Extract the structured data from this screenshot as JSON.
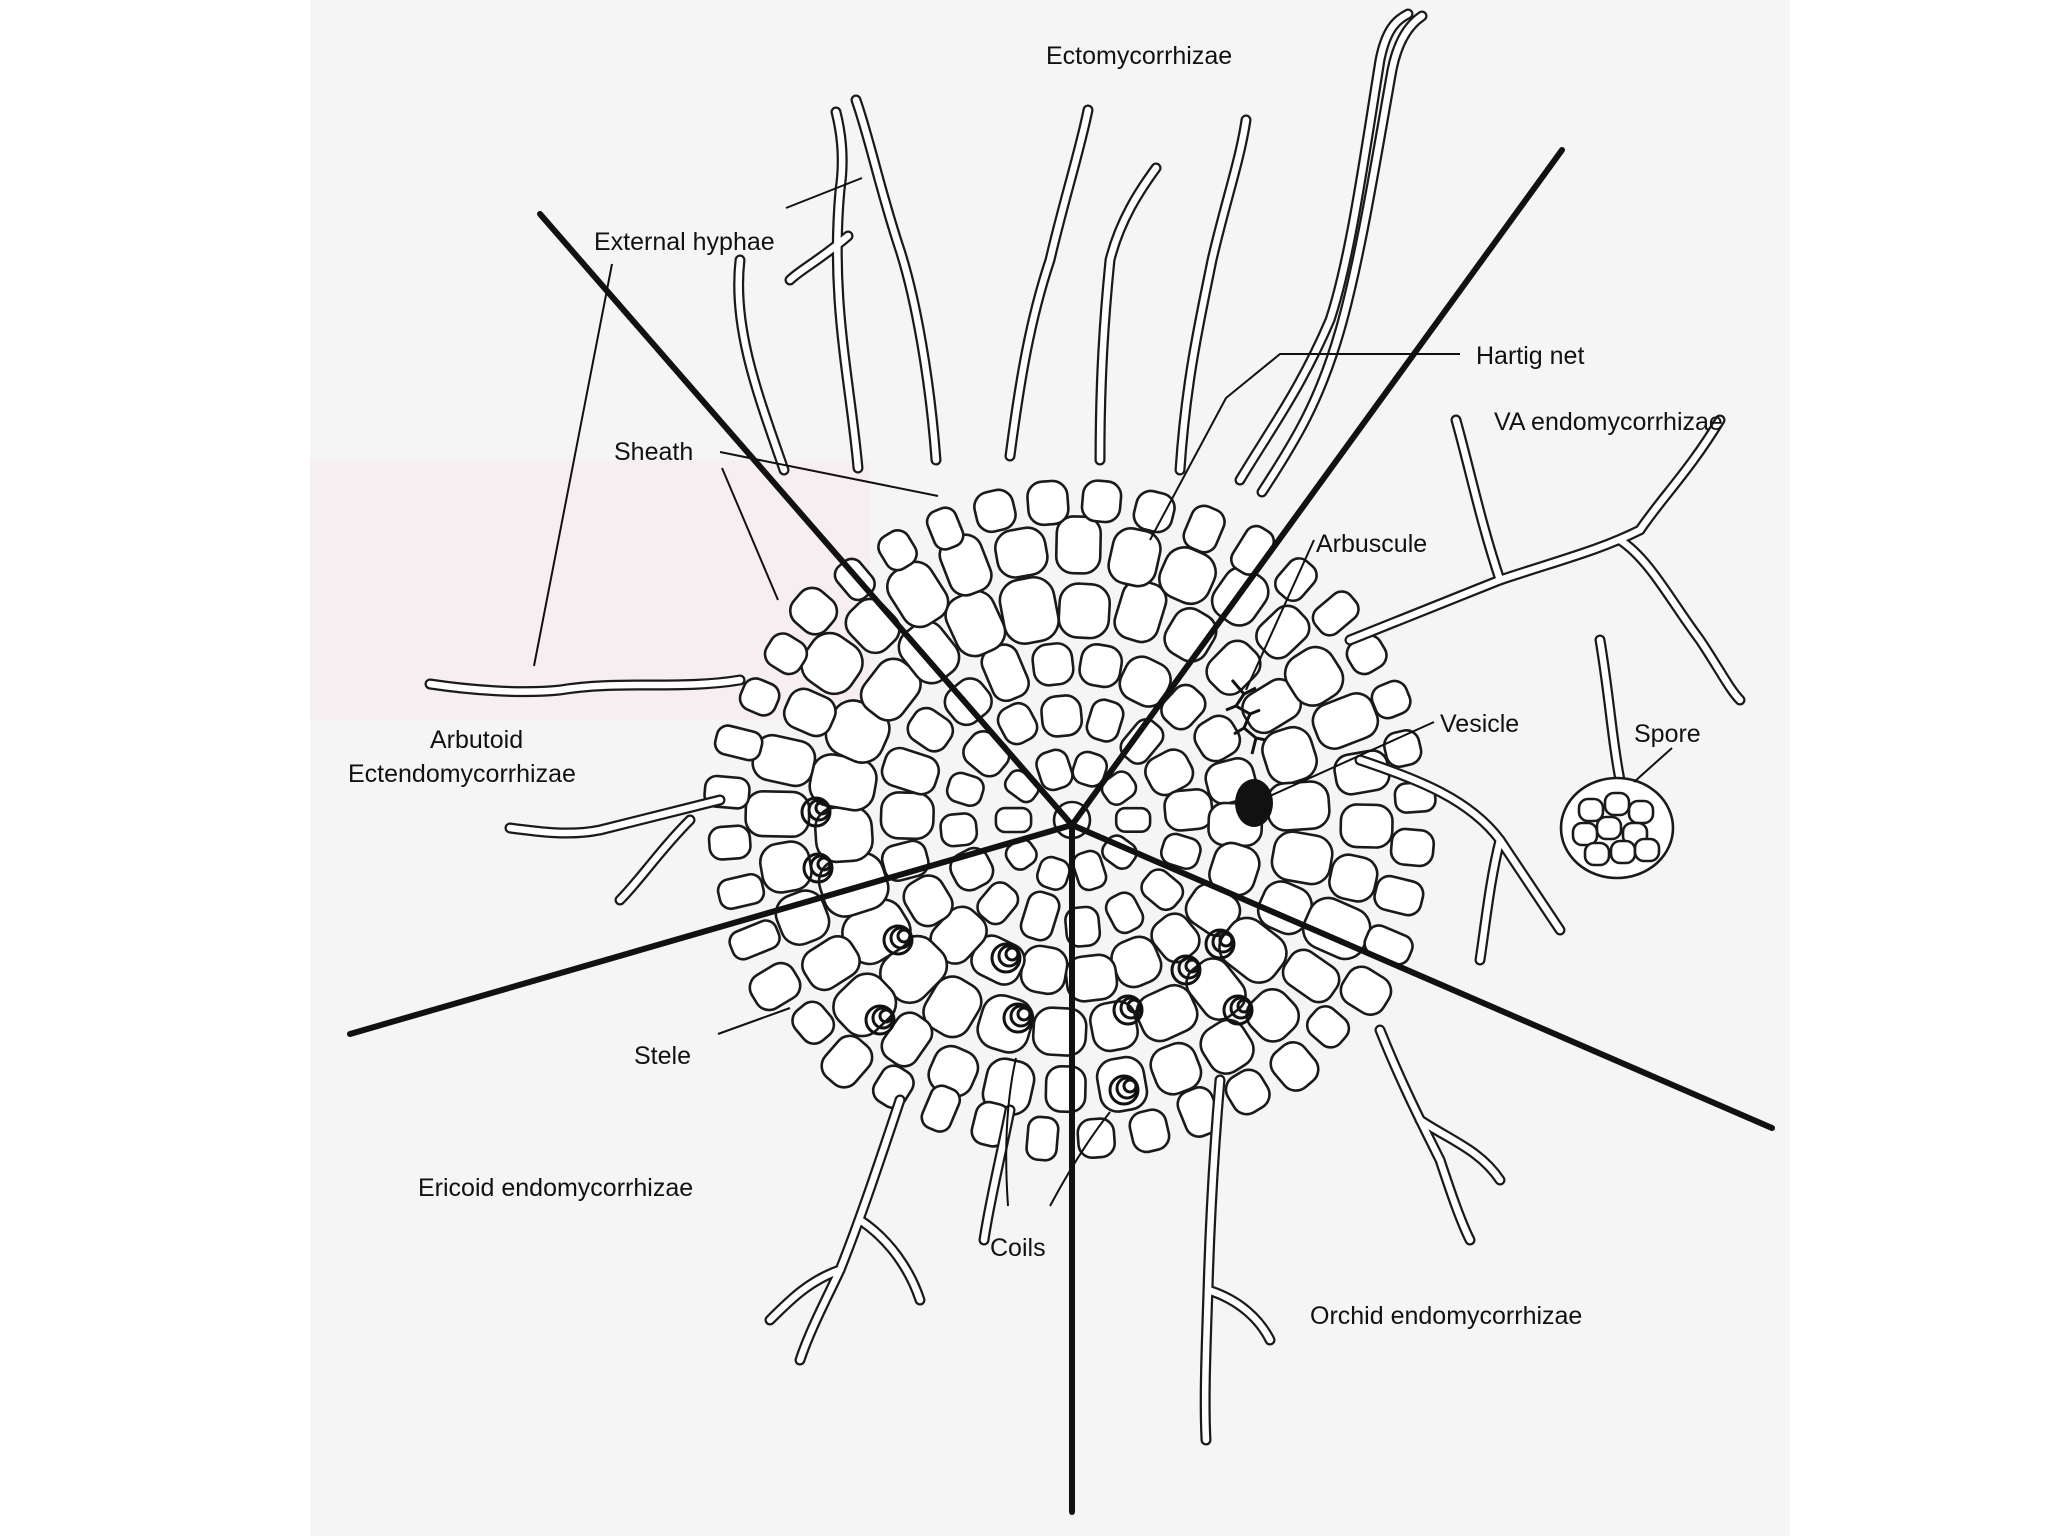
{
  "labels": {
    "ectomycorrhizae": "Ectomycorrhizae",
    "external_hyphae": "External hyphae",
    "hartig_net": "Hartig net",
    "va_endomycorrhizae": "VA endomycorrhizae",
    "sheath": "Sheath",
    "arbuscule": "Arbuscule",
    "arbutoid": "Arbutoid",
    "ectendomycorrhizae": "Ectendomycorrhizae",
    "vesicle": "Vesicle",
    "spore": "Spore",
    "stele": "Stele",
    "ericoid_endomycorrhizae": "Ericoid endomycorrhizae",
    "coils": "Coils",
    "orchid_endomycorrhizae": "Orchid endomycorrhizae"
  },
  "colors": {
    "ink": "#111111",
    "background": "#ffffff",
    "paper_shade": "#f6f5f5",
    "pink_tint": "#f7eef1"
  }
}
